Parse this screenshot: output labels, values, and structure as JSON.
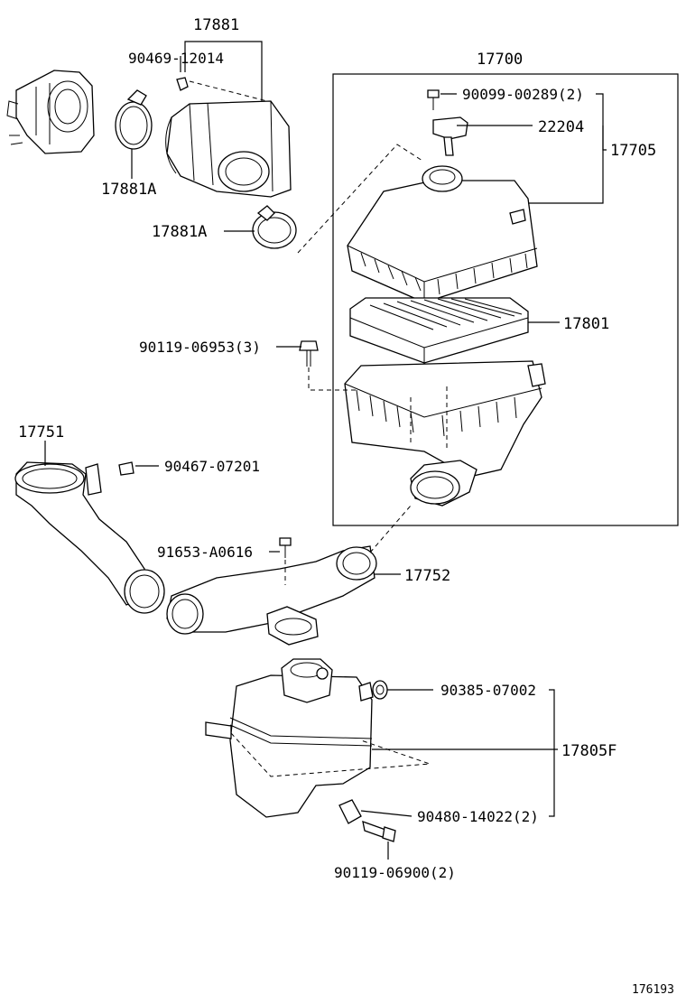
{
  "labels": {
    "p17881": "17881",
    "p90469": "90469-12014",
    "p17881a_top": "17881A",
    "p17881a_mid": "17881A",
    "p17700": "17700",
    "p90099": "90099-00289(2)",
    "p22204": "22204",
    "p17705": "17705",
    "p17801": "17801",
    "p90119_06953": "90119-06953(3)",
    "p17751": "17751",
    "p90467": "90467-07201",
    "p91653": "91653-A0616",
    "p17752": "17752",
    "p90385": "90385-07002",
    "p17805f": "17805F",
    "p90480": "90480-14022(2)",
    "p90119_06900": "90119-06900(2)"
  },
  "reference": "176193"
}
